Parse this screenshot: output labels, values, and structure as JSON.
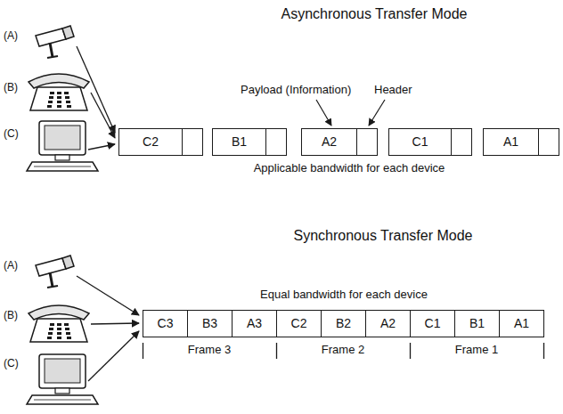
{
  "diagram": {
    "nodes": [
      {
        "text": [
          "C2"
        ]
      },
      {
        "text": [
          "B1"
        ]
      },
      {
        "text": [
          "A2"
        ]
      },
      {
        "text": [
          "C1"
        ]
      },
      {
        "text": [
          "A1"
        ]
      },
      {
        "text": [
          "C3"
        ]
      },
      {
        "text": [
          "B3"
        ]
      },
      {
        "text": [
          "A3"
        ]
      },
      {
        "text": [
          "C2"
        ]
      },
      {
        "text": [
          "B2"
        ]
      },
      {
        "text": [
          "A2"
        ]
      },
      {
        "text": [
          "C1"
        ]
      },
      {
        "text": [
          "B1"
        ]
      },
      {
        "text": [
          "A1"
        ]
      }
    ],
    "labels": [
      "Asynchronous Transfer Mode",
      "(A)",
      "(B)",
      "(C)",
      "Payload (Information)",
      "Header",
      "Applicable bandwidth for each device",
      "Synchronous Transfer Mode",
      "(A)",
      "(B)",
      "(C)",
      "Equal bandwidth for each device",
      "Frame 3",
      "Frame 2",
      "Frame 1"
    ]
  }
}
